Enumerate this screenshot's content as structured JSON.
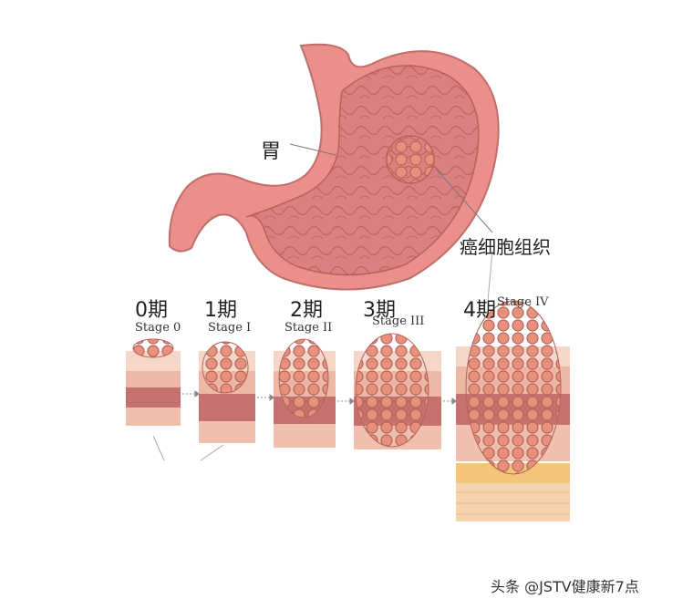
{
  "labels": {
    "stomach": "胃",
    "cancer_tissue": "癌细胞组织"
  },
  "stages": [
    {
      "cn": "0期",
      "en": "Stage 0"
    },
    {
      "cn": "1期",
      "en": "Stage I"
    },
    {
      "cn": "2期",
      "en": "Stage II"
    },
    {
      "cn": "3期",
      "en": "Stage III"
    },
    {
      "cn": "4期",
      "en": "Stage IV"
    }
  ],
  "watermark": "头条 @JSTV健康新7点",
  "colors": {
    "stomach_outer": "#e98c86",
    "stomach_inner": "#d77a78",
    "tumor": "#e89a80",
    "layer_pink": "#f3c2b4",
    "layer_dark": "#c9726f",
    "fat_yellow": "#f3c57b"
  }
}
